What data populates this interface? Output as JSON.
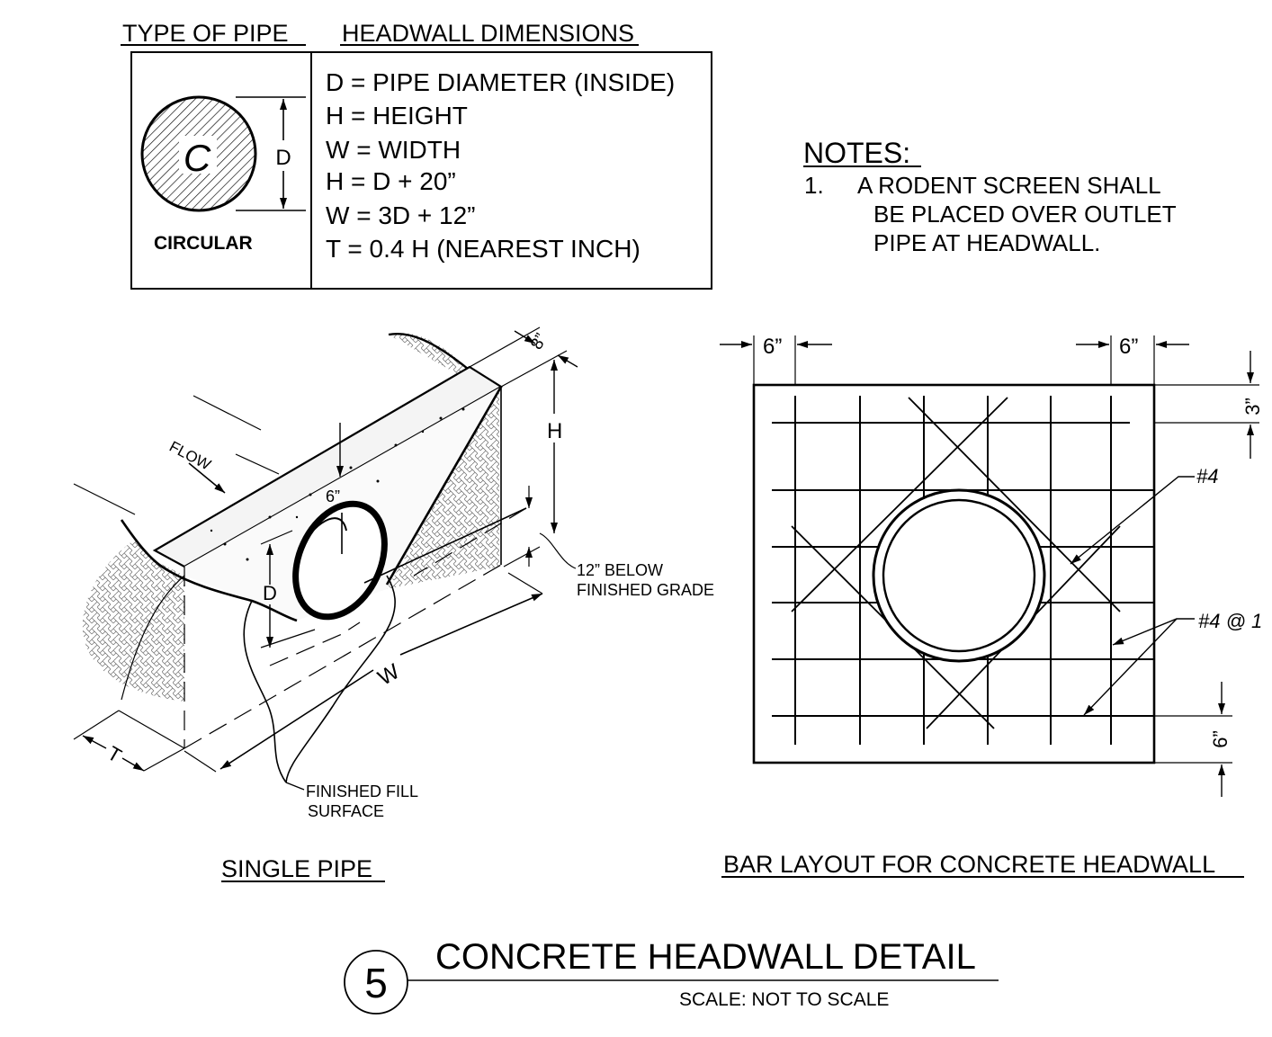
{
  "table": {
    "type_header": "TYPE OF PIPE",
    "dims_header": "HEADWALL DIMENSIONS",
    "pipe_letter": "C",
    "diameter_mark": "D",
    "pipe_type": "CIRCULAR",
    "definitions": [
      "D = PIPE DIAMETER (INSIDE)",
      "H = HEIGHT",
      "W = WIDTH",
      "H = D  +  20”",
      "W = 3D  +  12”",
      "T =  0.4 H  (NEAREST INCH)"
    ]
  },
  "notes": {
    "heading": "NOTES:",
    "number": "1.",
    "lines": [
      "A RODENT SCREEN SHALL",
      "BE PLACED OVER OUTLET",
      "PIPE AT HEADWALL."
    ]
  },
  "single_pipe": {
    "title": "SINGLE PIPE",
    "flow": "FLOW",
    "dim_top": "8”",
    "dim_height": "H",
    "dim_inset": "6”",
    "dim_diameter": "D",
    "dim_width": "W",
    "dim_thickness": "T",
    "label_below_1": "12” BELOW",
    "label_below_2": "FINISHED GRADE",
    "label_fill_1": "FINISHED FILL",
    "label_fill_2": "SURFACE"
  },
  "bar_layout": {
    "title": "BAR LAYOUT FOR CONCRETE HEADWALL",
    "dim_left": "6”",
    "dim_right": "6”",
    "dim_top": "3”",
    "dim_bottom": "6”",
    "bar_diag": "#4",
    "bar_spacing": "#4  @  1"
  },
  "title_block": {
    "number": "5",
    "title": "CONCRETE HEADWALL DETAIL",
    "scale": "SCALE:  NOT  TO  SCALE"
  }
}
